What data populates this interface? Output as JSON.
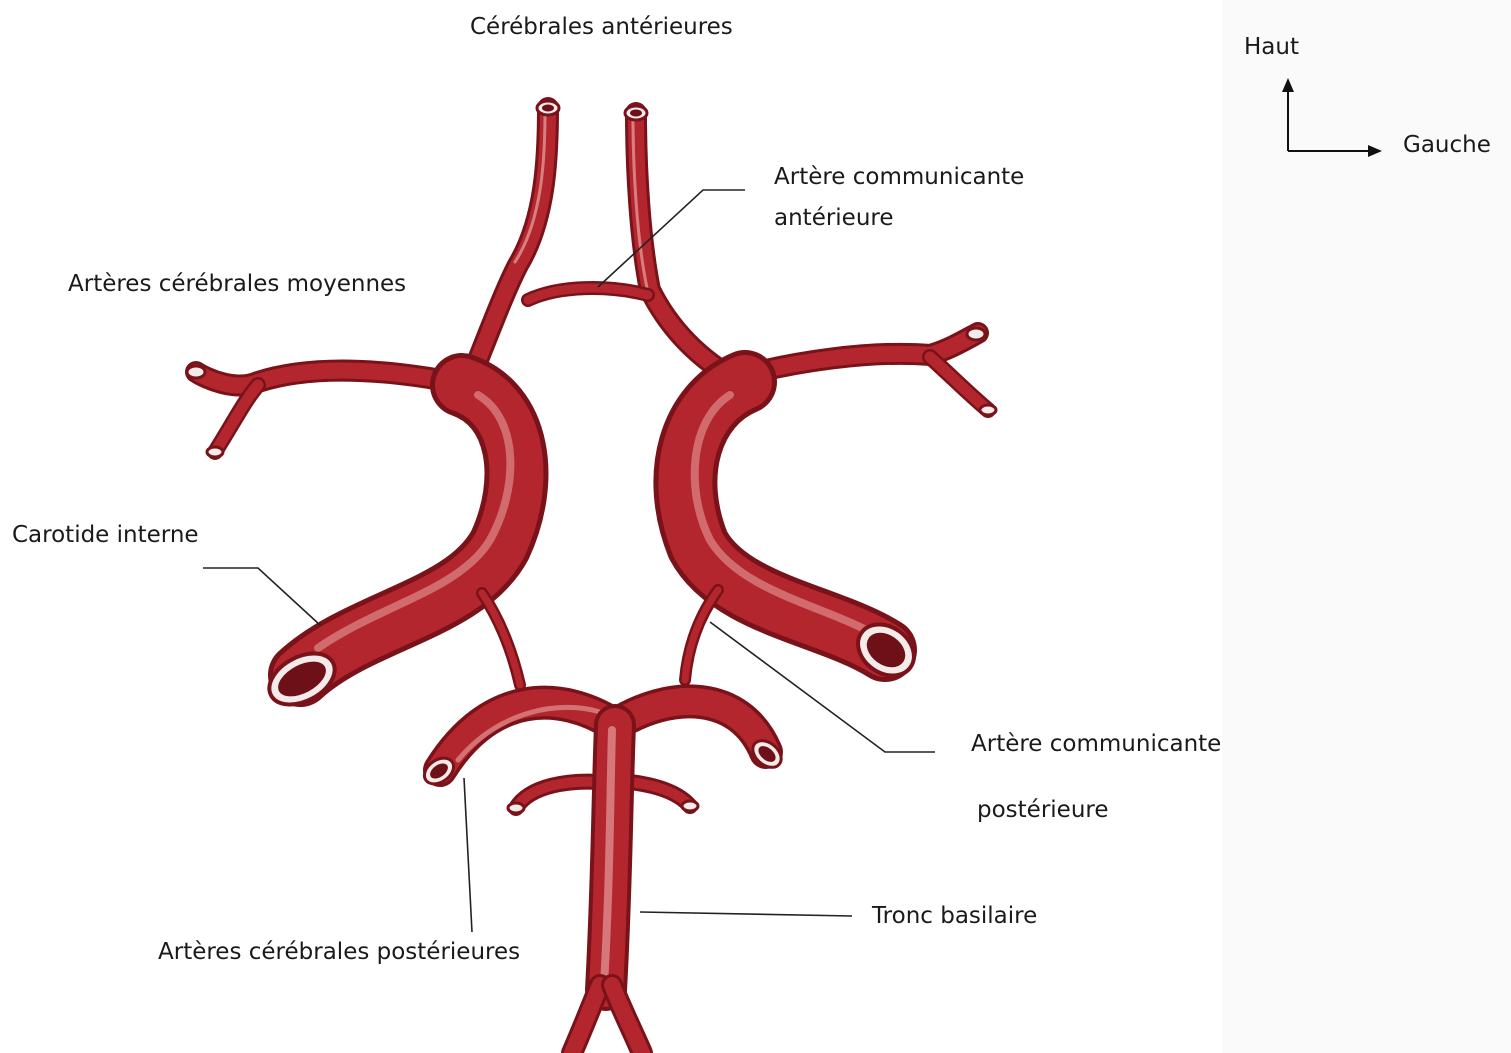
{
  "labels": {
    "anterior_cerebrals": "Cérébrales antérieures",
    "anterior_communicating_line1": "Artère communicante",
    "anterior_communicating_line2": "antérieure",
    "middle_cerebrals": "Artères cérébrales moyennes",
    "internal_carotid": "Carotide interne",
    "posterior_communicating_line1": "Artère communicante",
    "posterior_communicating_line2": "postérieure",
    "basilar_trunk": "Tronc basilaire",
    "posterior_cerebrals": "Artères cérébrales postérieures"
  },
  "orientation": {
    "up_label": "Haut",
    "left_label": "Gauche"
  },
  "colors": {
    "artery": "#b3262e",
    "artery_dark": "#7a121a",
    "artery_highlight": "#e9a4a2",
    "leader_line": "#222222",
    "background": "#ffffff"
  }
}
